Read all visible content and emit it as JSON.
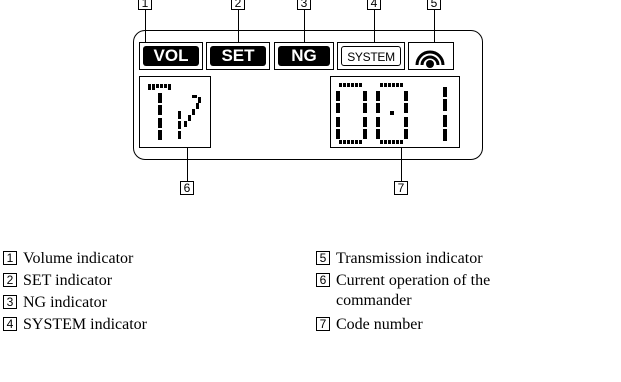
{
  "display": {
    "indicators": {
      "vol": "VOL",
      "set": "SET",
      "ng": "NG",
      "system": "SYSTEM"
    },
    "transmission_icon": "transmission-arcs-icon",
    "segment_left": "TV",
    "segment_right": "001"
  },
  "callouts": {
    "top": [
      "1",
      "2",
      "3",
      "4",
      "5"
    ],
    "bottom": [
      "6",
      "7"
    ]
  },
  "legend": {
    "left": [
      {
        "num": "1",
        "text": "Volume indicator"
      },
      {
        "num": "2",
        "text": "SET indicator"
      },
      {
        "num": "3",
        "text": "NG indicator"
      },
      {
        "num": "4",
        "text": "SYSTEM indicator"
      }
    ],
    "right": [
      {
        "num": "5",
        "text": "Transmission indicator"
      },
      {
        "num": "6",
        "text": "Current operation of the",
        "text2": "commander"
      },
      {
        "num": "7",
        "text": "Code number"
      }
    ]
  }
}
